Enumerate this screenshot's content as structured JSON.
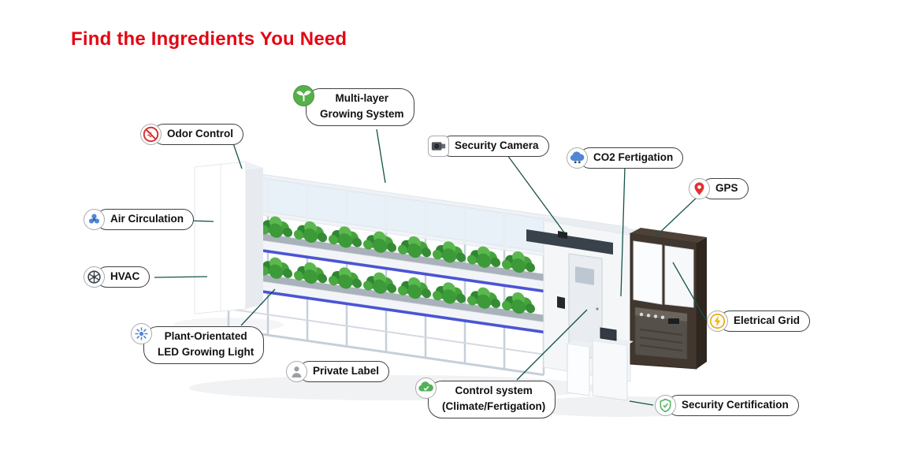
{
  "title": {
    "text": "Find the Ingredients You Need"
  },
  "colors": {
    "title": "#e30613",
    "leader_line": "#14534a",
    "plant_green": "#46a33c",
    "shelf_led_blue": "#4a55d4"
  },
  "callouts": {
    "multi_layer": {
      "label": "Multi-layer\nGrowing System",
      "icon": "seedling-icon"
    },
    "odor": {
      "label": "Odor Control",
      "icon": "no-odor-icon"
    },
    "camera": {
      "label": "Security Camera",
      "icon": "camera-icon"
    },
    "co2": {
      "label": "CO2 Fertigation",
      "icon": "co2-cloud-icon"
    },
    "gps": {
      "label": "GPS",
      "icon": "location-pin-icon"
    },
    "air": {
      "label": "Air Circulation",
      "icon": "fan-icon"
    },
    "hvac": {
      "label": "HVAC",
      "icon": "hvac-icon"
    },
    "led": {
      "label": "Plant-Orientated\nLED Growing Light",
      "icon": "led-light-icon"
    },
    "private_label": {
      "label": "Private Label",
      "icon": "person-icon"
    },
    "control": {
      "label": "Control system\n(Climate/Fertigation)",
      "icon": "cloud-control-icon"
    },
    "grid": {
      "label": "Eletrical Grid",
      "icon": "lightning-icon"
    },
    "cert": {
      "label": "Security Certification",
      "icon": "shield-check-icon"
    }
  }
}
